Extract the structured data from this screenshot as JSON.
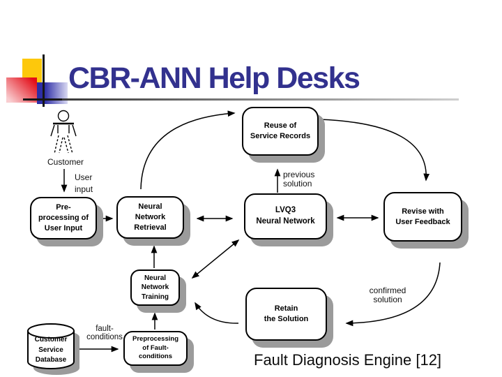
{
  "slide": {
    "title": "CBR-ANN Help Desks",
    "caption": "Fault Diagnosis Engine [12]",
    "colors": {
      "title_text": "#32318e",
      "box_shadow": "#9b9b9b",
      "accent_yellow": "#fdc80c",
      "accent_red": "#e30d18",
      "accent_blue": "#2e2ea6"
    }
  },
  "diagram": {
    "actor": {
      "label": "Customer",
      "icon": "person-stick-figure"
    },
    "nodes": {
      "reuse": {
        "lines": [
          "Reuse of",
          "Service Records"
        ]
      },
      "preprocess_user": {
        "lines": [
          "Pre-",
          "processing of",
          "User Input"
        ]
      },
      "nn_retrieval": {
        "lines": [
          "Neural",
          "Network",
          "Retrieval"
        ]
      },
      "lvq3": {
        "lines": [
          "LVQ3",
          "Neural Network"
        ]
      },
      "revise": {
        "lines": [
          "Revise with",
          "User Feedback"
        ]
      },
      "nn_training": {
        "lines": [
          "Neural",
          "Network",
          "Training"
        ]
      },
      "retain": {
        "lines": [
          "Retain",
          "the Solution"
        ]
      },
      "preprocess_fault": {
        "lines": [
          "Preprocessing",
          "of Fault-",
          "conditions"
        ]
      },
      "database": {
        "lines": [
          "Customer",
          "Service",
          "Database"
        ],
        "icon": "database-cylinder"
      }
    },
    "labels": {
      "user_input": {
        "lines": [
          "User",
          "input"
        ]
      },
      "previous_solution": {
        "lines": [
          "previous",
          "solution"
        ]
      },
      "confirmed_solution": {
        "lines": [
          "confirmed",
          "solution"
        ]
      },
      "fault_conditions": {
        "lines": [
          "fault-",
          "conditions"
        ]
      }
    }
  }
}
